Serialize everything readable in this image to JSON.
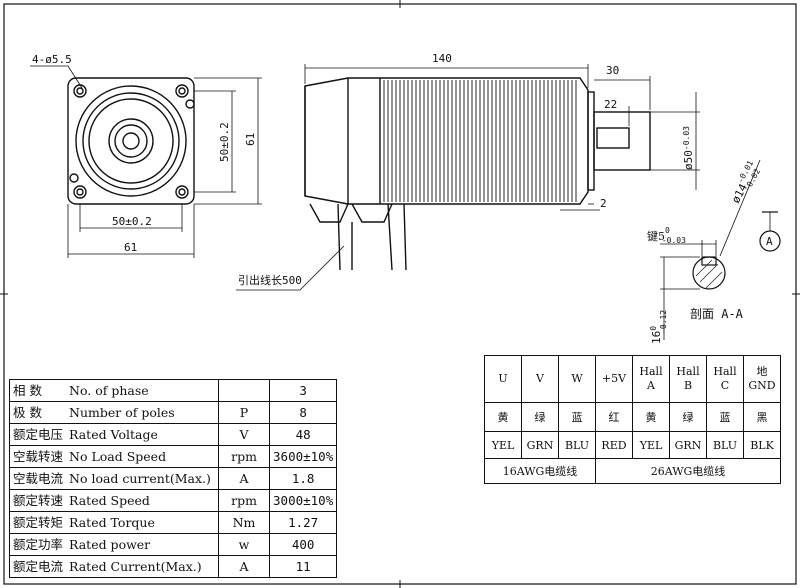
{
  "dimensions": {
    "holes": "4-ø5.5",
    "front_inner": "50±0.2",
    "front_outer": "61",
    "front_inner_v": "50±0.2",
    "front_outer_v": "61",
    "length": "140",
    "shaft_length": "30",
    "key_length": "22",
    "shaft_diameter": "ø50",
    "shaft_diameter_tol": "-0.03",
    "flange": "2",
    "shaft_ø": "ø14",
    "shaft_ø_tol_top": "-0.01",
    "shaft_ø_tol_bottom": "-0.02",
    "key_width": "键5",
    "key_tol_top": "0",
    "key_tol_bottom": "-0.03",
    "key_height": "16",
    "key_height_tol_top": "0",
    "key_height_tol_bottom": "-0.12",
    "lead_length": "引出线长500",
    "section_label": "剖面 A-A",
    "section_marker": "A"
  },
  "wire_table": {
    "headers": [
      "U",
      "V",
      "W",
      "+5V",
      "Hall A",
      "Hall B",
      "Hall C",
      "地 GND"
    ],
    "colors_cn": [
      "黄",
      "绿",
      "蓝",
      "红",
      "黄",
      "绿",
      "蓝",
      "黑"
    ],
    "colors_en": [
      "YEL",
      "GRN",
      "BLU",
      "RED",
      "YEL",
      "GRN",
      "BLU",
      "BLK"
    ],
    "gauge_power": "16AWG电缆线",
    "gauge_signal": "26AWG电缆线"
  },
  "spec_table": [
    {
      "cn": "相 数",
      "en": "No. of phase",
      "unit": "",
      "value": "3"
    },
    {
      "cn": "极 数",
      "en": "Number of poles",
      "unit": "P",
      "value": "8"
    },
    {
      "cn": "额定电压",
      "en": "Rated Voltage",
      "unit": "V",
      "value": "48"
    },
    {
      "cn": "空载转速",
      "en": "No Load Speed",
      "unit": "rpm",
      "value": "3600±10%"
    },
    {
      "cn": "空载电流",
      "en": "No load current(Max.)",
      "unit": "A",
      "value": "1.8"
    },
    {
      "cn": "额定转速",
      "en": "Rated Speed",
      "unit": "rpm",
      "value": "3000±10%"
    },
    {
      "cn": "额定转矩",
      "en": "Rated Torque",
      "unit": "Nm",
      "value": "1.27"
    },
    {
      "cn": "额定功率",
      "en": "Rated power",
      "unit": "w",
      "value": "400"
    },
    {
      "cn": "额定电流",
      "en": "Rated Current(Max.)",
      "unit": "A",
      "value": "11"
    }
  ]
}
